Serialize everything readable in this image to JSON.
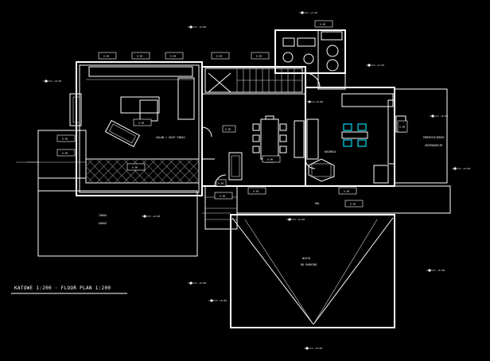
{
  "drawing": {
    "title": "KATOWE 1:200 · FLOOR PLAN 1:200",
    "background": "#000000",
    "line_color": "#ffffff",
    "accent_color": "#00d8f0"
  },
  "rooms": {
    "living": "SALON / DUŻY POKÓJ",
    "terrace": "TARAS",
    "kitchen": "KUCHNIA",
    "hall": "HOL",
    "garage": "GARAŻ",
    "carport": "WIATA",
    "carport_sub": "DO PARKING",
    "side": "POMIESZCZENIE",
    "side_sub": "GOSPODARCZE"
  },
  "elevations": {
    "top_center": "+0.00",
    "top_right_a": "+1.62",
    "top_right_b": "+2.55",
    "left_mid": "+0.90",
    "right_top": "+0.00",
    "right_mid": "+0.00",
    "center_low": "+0.00",
    "left_low": "+0.00",
    "bottom": "+0.00",
    "stair": "+0.00",
    "entry": "+0.00",
    "garage_lvl": "+0.00",
    "small": "+0.00"
  },
  "tags": {
    "t1": "0.00",
    "t2": "0.00",
    "t3": "0.00",
    "t4": "0.00",
    "t5": "0.00",
    "t6": "0.00",
    "t7": "0.00",
    "t8": "0.00",
    "t9": "0.00",
    "t10": "0.00",
    "t11": "0.00",
    "t12": "0.00",
    "t13": "0.00",
    "t14": "0.00",
    "t15": "0.00",
    "t16": "0.00",
    "t17": "0.00",
    "t18": "0.00"
  }
}
